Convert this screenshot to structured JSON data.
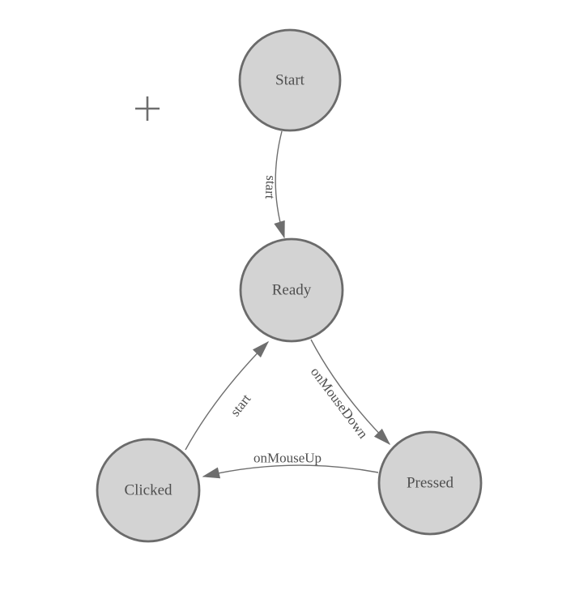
{
  "canvas": {
    "width": "710",
    "height": "728",
    "background": "#ffffff"
  },
  "colors": {
    "node_fill": "#d3d3d3",
    "node_stroke": "#6b6b6b",
    "edge_stroke": "#6e6e6e",
    "arrowhead_fill": "#6e6e6e",
    "node_label": "#4f4f4f",
    "edge_label": "#4f4f4f",
    "crosshair": "#6e6e6e"
  },
  "nodes": [
    {
      "id": "start",
      "label": "Start"
    },
    {
      "id": "ready",
      "label": "Ready"
    },
    {
      "id": "clicked",
      "label": "Clicked"
    },
    {
      "id": "pressed",
      "label": "Pressed"
    }
  ],
  "edges": [
    {
      "id": "start-to-ready",
      "from": "Start",
      "to": "Ready",
      "label": "start"
    },
    {
      "id": "ready-to-pressed",
      "from": "Ready",
      "to": "Pressed",
      "label": "onMouseDown"
    },
    {
      "id": "pressed-to-clicked",
      "from": "Pressed",
      "to": "Clicked",
      "label": "onMouseUp"
    },
    {
      "id": "clicked-to-ready",
      "from": "Clicked",
      "to": "Ready",
      "label": "start"
    }
  ]
}
